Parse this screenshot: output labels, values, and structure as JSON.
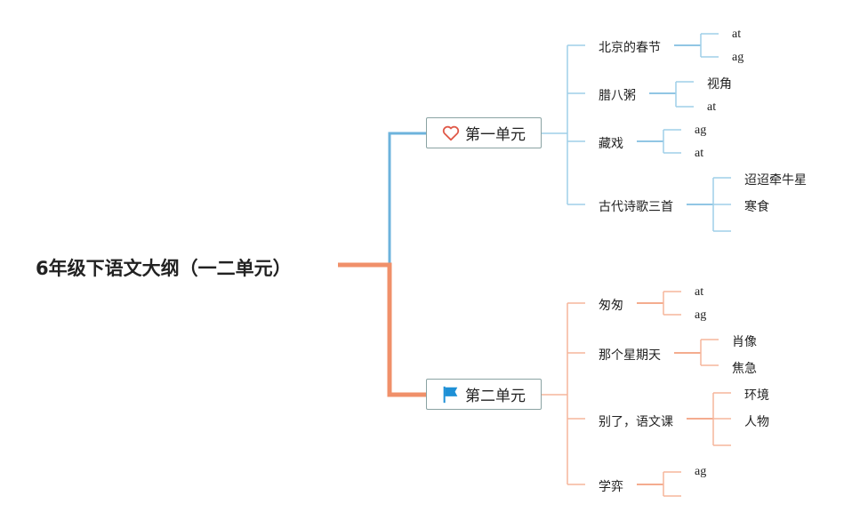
{
  "root": {
    "title": "6年级下语文大纲（一二单元）"
  },
  "units": [
    {
      "label": "第一单元",
      "icon": "heart-icon",
      "color": "#6db3dc",
      "lessons": [
        {
          "label": "北京的春节",
          "children": [
            "at",
            "ag"
          ]
        },
        {
          "label": "腊八粥",
          "children": [
            "视角",
            "at"
          ]
        },
        {
          "label": "藏戏",
          "children": [
            "ag",
            "at"
          ]
        },
        {
          "label": "古代诗歌三首",
          "children": [
            "迢迢牵牛星",
            "寒食",
            ""
          ]
        }
      ]
    },
    {
      "label": "第二单元",
      "icon": "flag-icon",
      "color": "#f0906a",
      "lessons": [
        {
          "label": "匆匆",
          "children": [
            "at",
            "ag"
          ]
        },
        {
          "label": "那个星期天",
          "children": [
            "肖像",
            "焦急"
          ]
        },
        {
          "label": "别了，语文课",
          "children": [
            "环境",
            "人物",
            ""
          ]
        },
        {
          "label": "学弈",
          "children": [
            "ag",
            ""
          ]
        }
      ]
    }
  ]
}
